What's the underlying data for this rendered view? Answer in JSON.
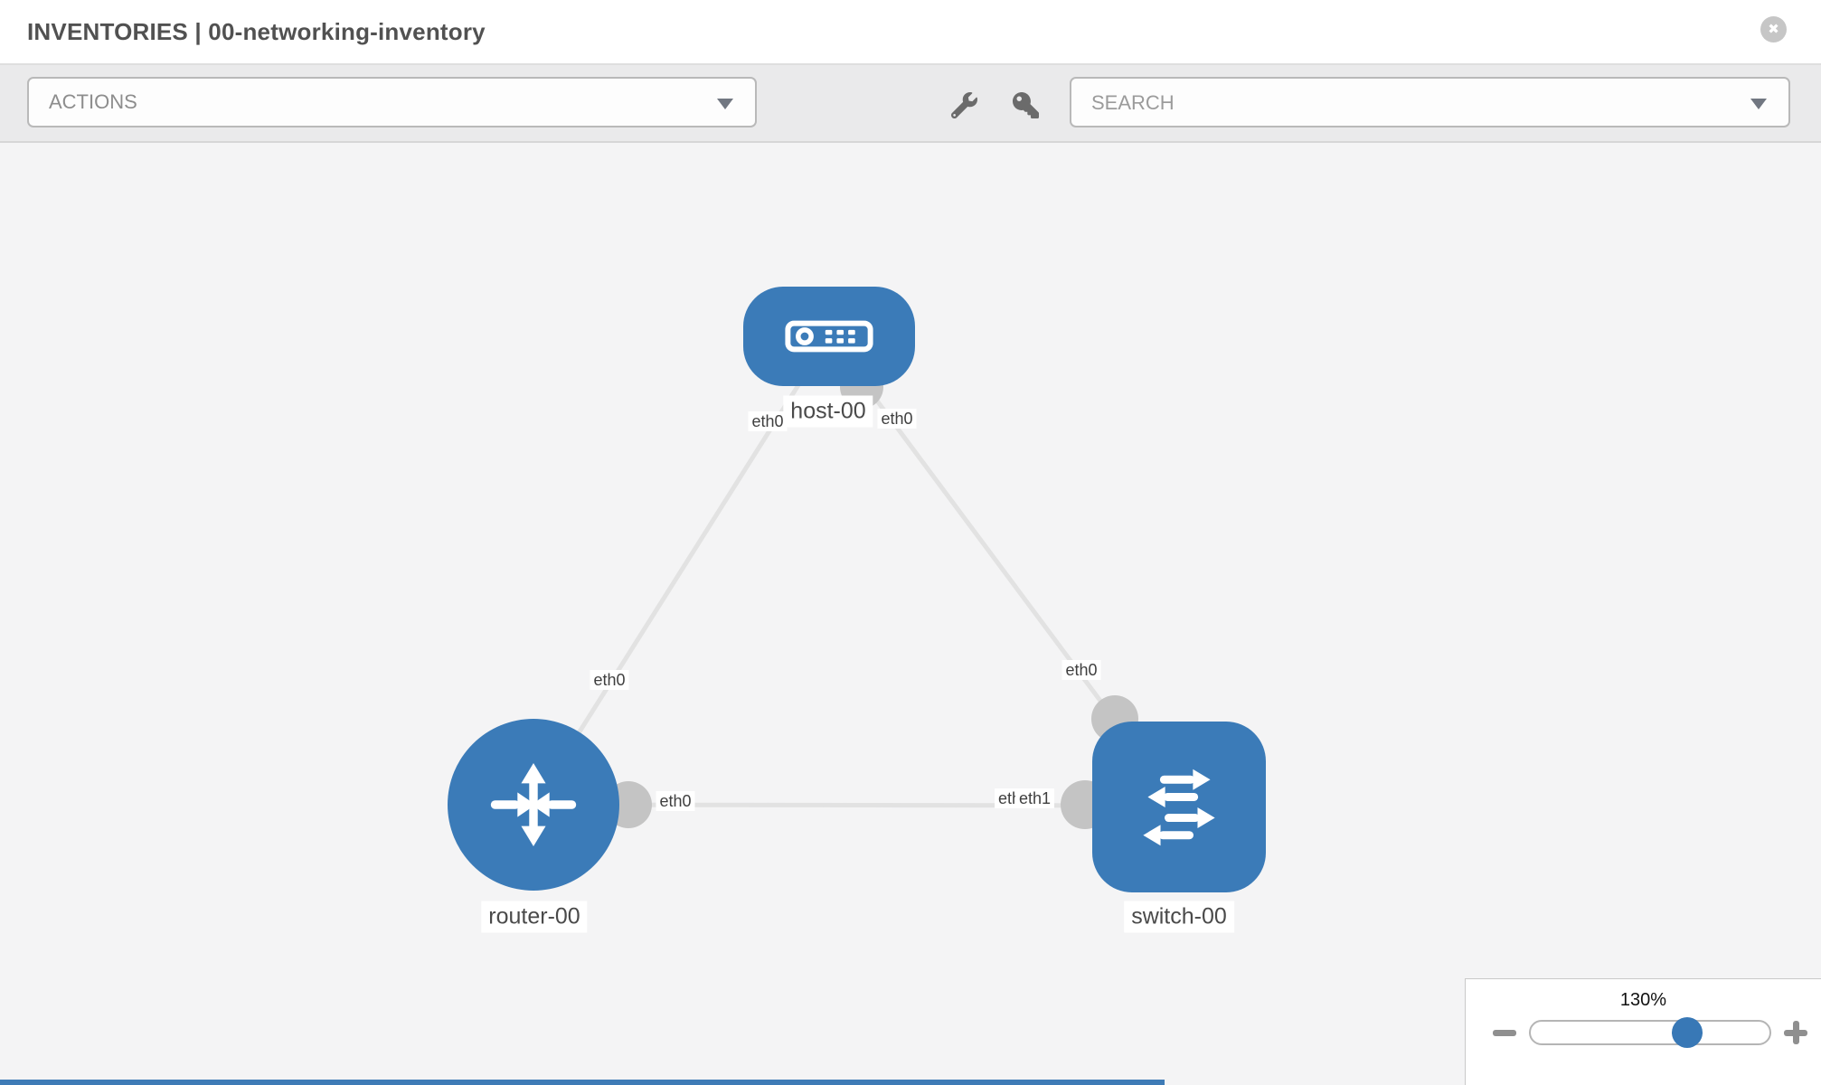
{
  "header": {
    "title": "INVENTORIES | 00-networking-inventory",
    "close_glyph": "✖"
  },
  "toolbar": {
    "actions_label": "ACTIONS",
    "search_placeholder": "SEARCH"
  },
  "topology": {
    "nodes": [
      {
        "id": "host-00",
        "type": "host",
        "label": "host-00"
      },
      {
        "id": "router-00",
        "type": "router",
        "label": "router-00"
      },
      {
        "id": "switch-00",
        "type": "switch",
        "label": "switch-00"
      }
    ],
    "links": [
      {
        "from": "host-00",
        "to": "router-00",
        "from_interface": "eth0",
        "to_interface": "eth0"
      },
      {
        "from": "host-00",
        "to": "switch-00",
        "from_interface": "eth0",
        "to_interface": "eth0"
      },
      {
        "from": "router-00",
        "to": "switch-00",
        "from_interface": "eth0",
        "to_interface": "eth1"
      }
    ],
    "interface_labels": [
      "eth0",
      "eth0",
      "eth0",
      "eth0",
      "eth0",
      "eth0",
      "eth1"
    ]
  },
  "zoom_control": {
    "level_label": "130%",
    "percent": 130
  },
  "colors": {
    "node_blue": "#3b7bb8",
    "link_gray": "#e2e2e2",
    "stub_gray": "#c4c4c4",
    "thumb_blue": "#3878b6"
  }
}
